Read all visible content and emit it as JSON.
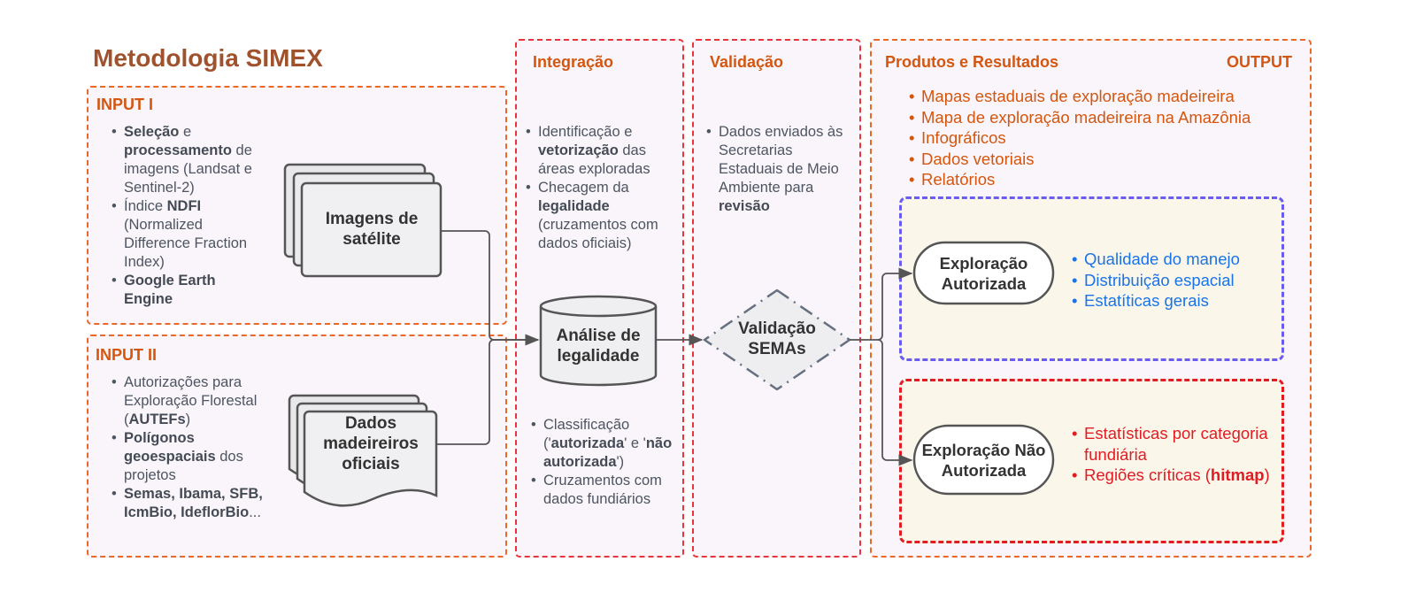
{
  "title": "Metodologia SIMEX",
  "input1": {
    "heading": "INPUT I",
    "bullets": [
      {
        "parts": [
          {
            "b": "Seleção"
          },
          {
            "t": " e "
          },
          {
            "b": "processamento"
          },
          {
            "t": " de imagens (Landsat e Sentinel-2)"
          }
        ]
      },
      {
        "parts": [
          {
            "t": "Índice "
          },
          {
            "b": "NDFI"
          },
          {
            "t": " (Normalized Difference Fraction Index)"
          }
        ]
      },
      {
        "parts": [
          {
            "b": "Google Earth Engine"
          }
        ]
      }
    ],
    "node_label": "Imagens de satélite"
  },
  "input2": {
    "heading": "INPUT II",
    "bullets": [
      {
        "parts": [
          {
            "t": "Autorizações para Exploração Florestal ("
          },
          {
            "b": "AUTEFs"
          },
          {
            "t": ")"
          }
        ]
      },
      {
        "parts": [
          {
            "b": "Polígonos geoespaciais"
          },
          {
            "t": " dos projetos"
          }
        ]
      },
      {
        "parts": [
          {
            "b": "Semas, Ibama, SFB, IcmBio, IdeflorBio"
          },
          {
            "t": "..."
          }
        ]
      }
    ],
    "node_label": "Dados madeireiros oficiais"
  },
  "integracao": {
    "heading": "Integração",
    "bullets_top": [
      {
        "parts": [
          {
            "t": "Identificação e "
          },
          {
            "b": "vetorização"
          },
          {
            "t": " das áreas exploradas"
          }
        ]
      },
      {
        "parts": [
          {
            "t": "Checagem da "
          },
          {
            "b": "legalidade"
          },
          {
            "t": " (cruzamentos com dados oficiais)"
          }
        ]
      }
    ],
    "node_label": "Análise de legalidade",
    "bullets_bottom": [
      {
        "parts": [
          {
            "t": "Classificação ('"
          },
          {
            "b": "autorizada"
          },
          {
            "t": "' e '"
          },
          {
            "b": "não autorizada"
          },
          {
            "t": "')"
          }
        ]
      },
      {
        "parts": [
          {
            "t": "Cruzamentos com dados fundiários"
          }
        ]
      }
    ]
  },
  "validacao": {
    "heading": "Validação",
    "bullets": [
      {
        "parts": [
          {
            "t": "Dados enviados às Secretarias Estaduais de Meio Ambiente para "
          },
          {
            "b": "revisão"
          }
        ]
      }
    ],
    "node_label": "Validação SEMAs"
  },
  "output": {
    "heading": "Produtos e Resultados",
    "tag": "OUTPUT",
    "products": [
      "Mapas estaduais de exploração madeireira",
      "Mapa de exploração madeireira na Amazônia",
      "Infográficos",
      "Dados vetoriais",
      "Relatórios"
    ],
    "authorized": {
      "node_label": "Exploração Autorizada",
      "bullets": [
        {
          "parts": [
            {
              "t": "Qualidade do manejo"
            }
          ]
        },
        {
          "parts": [
            {
              "t": "Distribuição espacial"
            }
          ]
        },
        {
          "parts": [
            {
              "t": "Estatíticas gerais"
            }
          ]
        }
      ],
      "color": "#1a73e8"
    },
    "unauthorized": {
      "node_label": "Exploração Não Autorizada",
      "bullets": [
        {
          "parts": [
            {
              "t": "Estatísticas por categoria fundiária"
            }
          ]
        },
        {
          "parts": [
            {
              "t": "Regiões críticas ("
            },
            {
              "b": "hitmap"
            },
            {
              "t": ")"
            }
          ]
        }
      ],
      "color": "#e31b23"
    }
  },
  "colors": {
    "title": "#a0522d",
    "heading": "#d4560f",
    "panel_orange_border": "#e8692a",
    "panel_red_border": "#e8343a",
    "authorized_border": "#6a5cf0",
    "unauthorized_border": "#e31b23",
    "connector": "#555555"
  }
}
